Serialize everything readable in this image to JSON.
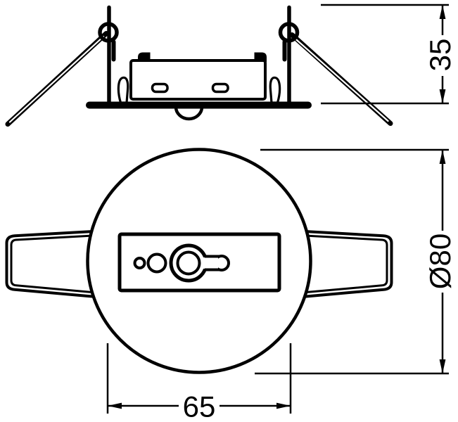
{
  "drawing": {
    "type": "technical-dimension-drawing",
    "views": {
      "side_view": "recessed sensor side elevation with spring clips",
      "front_view": "sensor face with lens window and mounting wings"
    },
    "dimensions": {
      "depth": {
        "label": "35"
      },
      "diameter": {
        "label": "Ø80"
      },
      "spacing": {
        "label": "65"
      }
    },
    "colors": {
      "line": "#000000",
      "background": "#ffffff"
    }
  }
}
